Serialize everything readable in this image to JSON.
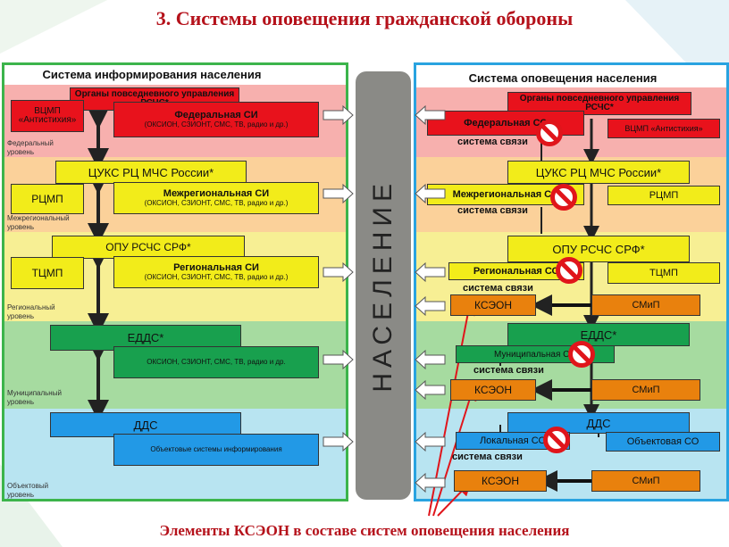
{
  "title": "3. Системы оповещения гражданской обороны",
  "caption": "Элементы КСЭОН в составе систем оповещения населения",
  "center_label": "НАСЕЛЕНИЕ",
  "left": {
    "header": "Система информирования населения",
    "levels": {
      "federal": "Федеральный уровень",
      "interregional": "Межрегиональный уровень",
      "regional": "Региональный уровень",
      "municipal": "Муниципальный уровень",
      "object": "Объектовый уровень"
    },
    "organs": "Органы повседневного управления РСЧС*",
    "vcmp": "ВЦМП «Антистихия»",
    "federal_si": "Федеральная СИ",
    "federal_si_sub": "(ОКСИОН, СЗИОНТ, СМС, ТВ, радио и др.)",
    "tsuks": "ЦУКС РЦ МЧС России*",
    "rcmp": "РЦМП",
    "inter_si": "Межрегиональная СИ",
    "inter_si_sub": "(ОКСИОН, СЗИОНТ, СМС, ТВ, радио и др.)",
    "opu": "ОПУ РСЧС СРФ*",
    "tcmp": "ТЦМП",
    "reg_si": "Региональная СИ",
    "reg_si_sub": "(ОКСИОН, СЗИОНТ, СМС, ТВ, радио и др.)",
    "edds": "ЕДДС*",
    "mun_sub": "ОКСИОН, СЗИОНТ, СМС, ТВ, радио и др.",
    "dds": "ДДС",
    "obj_si": "Объектовые системы информирования"
  },
  "right": {
    "header": "Система оповещения населения",
    "organs": "Органы повседневного управления РСЧС*",
    "federal": "Федеральная СО",
    "federal_sv": "система связи",
    "vcmp": "ВЦМП «Антистихия»",
    "tsuks": "ЦУКС РЦ МЧС России*",
    "inter": "Межрегиональная СО",
    "inter_sv": "система связи",
    "rcmp": "РЦМП",
    "opu": "ОПУ РСЧС СРФ*",
    "regional": "Региональная СО",
    "regional_sv": "система связи",
    "tcmp": "ТЦМП",
    "kseon": "КСЭОН",
    "smip": "СМиП",
    "edds": "ЕДДС*",
    "municipal": "Муниципальная СО",
    "municipal_sv": "система связи",
    "dds": "ДДС",
    "local": "Локальная СО",
    "local_sv": "система связи",
    "object": "Объектовая СО"
  },
  "colors": {
    "title": "#b5121b",
    "left_border": "#3cb44b",
    "right_border": "#29a3e0",
    "band_federal": "#f7b0ae",
    "band_inter": "#fbd19a",
    "band_regional": "#f7ef94",
    "band_municipal": "#a6dba0",
    "band_object": "#b8e4f1"
  }
}
